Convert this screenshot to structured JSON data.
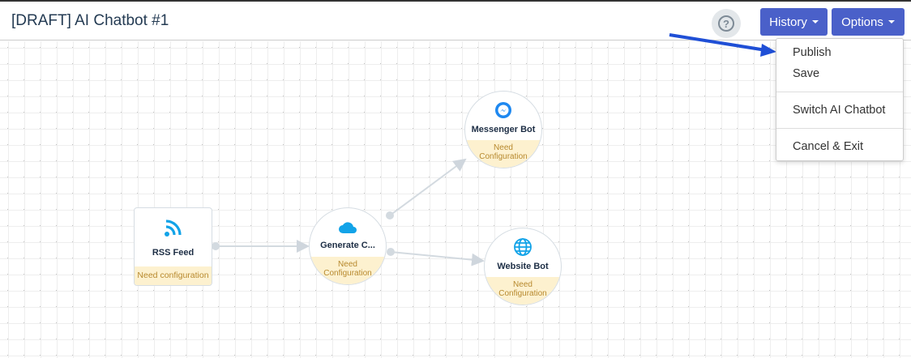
{
  "header": {
    "title": "[DRAFT] AI Chatbot #1",
    "help_icon": "question-circle-icon",
    "history_label": "History",
    "options_label": "Options",
    "accent": "#4a60c9"
  },
  "options_menu": {
    "items": [
      "Publish",
      "Save",
      "Switch AI Chatbot",
      "Cancel & Exit"
    ]
  },
  "nodes": {
    "rss": {
      "label": "RSS Feed",
      "status": "Need configuration",
      "icon": "rss-icon"
    },
    "generate": {
      "label": "Generate C...",
      "status_1": "Need",
      "status_2": "Configuration",
      "icon": "cloud-icon"
    },
    "messenger": {
      "label": "Messenger Bot",
      "status_1": "Need",
      "status_2": "Configuration",
      "icon": "messenger-icon"
    },
    "website": {
      "label": "Website Bot",
      "status_1": "Need",
      "status_2": "Configuration",
      "icon": "globe-icon"
    }
  }
}
